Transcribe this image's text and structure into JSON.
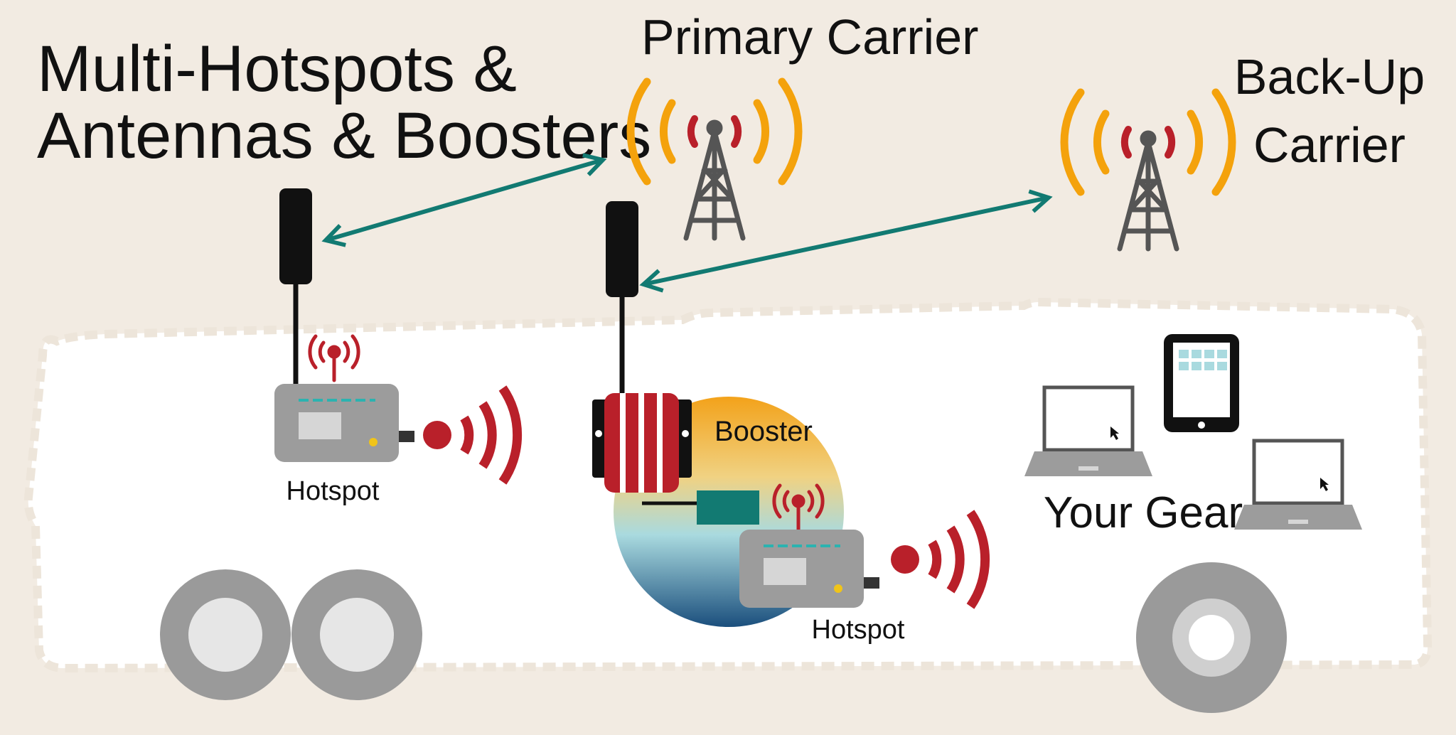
{
  "title_line1": "Multi-Hotspots &",
  "title_line2": "Antennas & Boosters",
  "primary_carrier_label": "Primary Carrier",
  "backup_carrier_line1": "Back-Up",
  "backup_carrier_line2": "Carrier",
  "hotspot_left_label": "Hotspot",
  "booster_label": "Booster",
  "hotspot_right_label": "Hotspot",
  "your_gear_label": "Your Gear",
  "colors": {
    "background": "#f2ebe2",
    "rv_body": "#ffffff",
    "tower_waves": "#f4a20c",
    "signal_red": "#b9202a",
    "arrow_teal": "#127a72",
    "device_gray": "#9c9c9c",
    "tire_gray": "#9a9a9a"
  }
}
